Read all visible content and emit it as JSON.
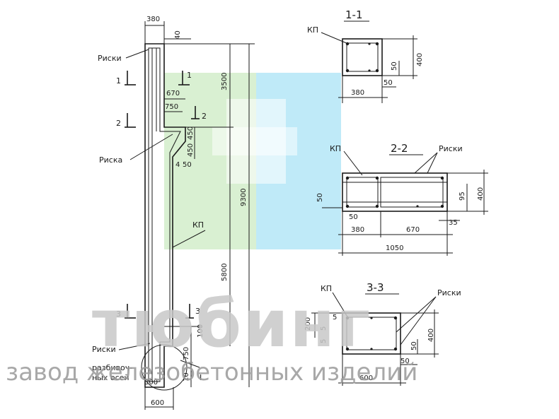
{
  "colors": {
    "logo_green": "#d9f0d2",
    "logo_blue": "#bfeaf8",
    "ink": "#1a1a1a",
    "wm_grey": "#c8c8c8"
  },
  "watermark": {
    "brand": "тюбинг",
    "tagline": "завод железобетонных изделий"
  },
  "column": {
    "top_width": "380",
    "top_offset": "40",
    "upper_height": "3500",
    "total_height": "9300",
    "lower_height": "5800",
    "bracket_670": "670",
    "bracket_750": "750",
    "bracket_450_a": "450",
    "bracket_450_b": "450",
    "bracket_50": "50",
    "bracket_4": "4",
    "foot_100": "100",
    "foot_750": "750",
    "foot_10": "10",
    "base_width": "600",
    "base_300": "300",
    "label_riski_top": "Риски",
    "label_riska": "Риска",
    "label_kp": "КП",
    "label_riski_bottom": "Риски",
    "label_razb_1": "разбивоч-",
    "label_razb_2": "ных осей",
    "cut_1_left": "1",
    "cut_1_right": "1",
    "cut_2_left": "2",
    "cut_2_right": "2",
    "cut_3_left": "3",
    "cut_3_right": "3",
    "node_label": "I"
  },
  "section_1_1": {
    "title": "1-1",
    "kp": "КП",
    "width": "380",
    "height": "400",
    "cover_a": "50",
    "cover_b": "50"
  },
  "section_2_2": {
    "title": "2-2",
    "kp": "КП",
    "riski": "Риски",
    "left": "50",
    "cover": "50",
    "w1": "380",
    "w2": "670",
    "total": "1050",
    "height": "400",
    "d95": "95",
    "d35": "35"
  },
  "section_3_3": {
    "title": "3-3",
    "kp": "КП",
    "riski": "Риски",
    "h200": "200",
    "five_a": "5",
    "five_b": "5",
    "five_c": "5",
    "width": "600",
    "height": "400",
    "cover_a": "50",
    "cover_b": "50"
  }
}
